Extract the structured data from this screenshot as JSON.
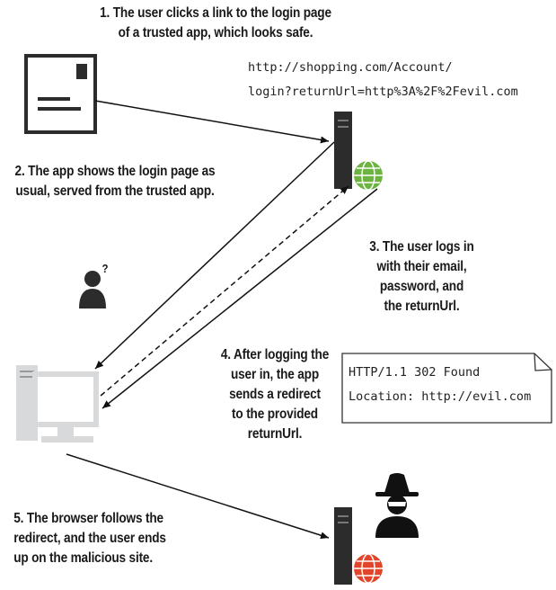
{
  "steps": {
    "step1": "1. The user clicks a link to the login page\nof a trusted app, which looks safe.",
    "step2": "2. The app shows the login page as\nusual, served from the trusted app.",
    "step3": "3. The user logs in\nwith their email,\npassword, and\nthe returnUrl.",
    "step4": "4. After logging the\nuser in, the app\nsends a redirect\nto the provided\nreturnUrl.",
    "step5": "5. The browser follows the\nredirect, and the user ends\nup on the malicious site."
  },
  "url": {
    "line1": "http://shopping.com/Account/",
    "line2": "login?returnUrl=http%3A%2F%2Fevil.com"
  },
  "response": {
    "line1": "HTTP/1.1 302 Found",
    "line2": "Location: http://evil.com"
  },
  "question_mark": "?",
  "colors": {
    "trusted_globe": "#6cb33f",
    "malicious_globe": "#e2452a",
    "icon_dark": "#2c2c2c",
    "monitor_gray": "#d7d9db"
  }
}
